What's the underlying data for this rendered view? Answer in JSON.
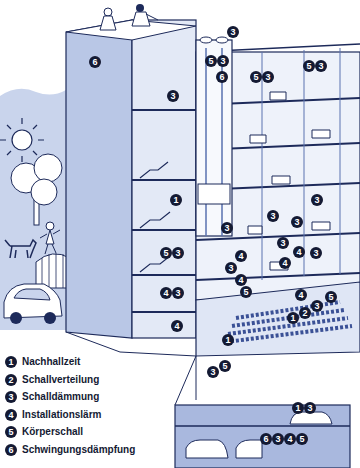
{
  "diagram": {
    "labels": [
      "1",
      "2",
      "3",
      "4",
      "5",
      "6",
      "6",
      "3",
      "5",
      "3",
      "6",
      "5",
      "3",
      "5",
      "3",
      "3",
      "1",
      "3",
      "3",
      "4",
      "3",
      "4",
      "5",
      "3",
      "3",
      "3",
      "4",
      "4",
      "3",
      "4",
      "5",
      "3",
      "4",
      "3",
      "4",
      "1",
      "3",
      "5",
      "1",
      "2",
      "3",
      "5",
      "1",
      "3",
      "6",
      "3",
      "4",
      "5"
    ],
    "legend": [
      {
        "text": "Nachhallzeit"
      },
      {
        "text": "Schallverteilung"
      },
      {
        "text": "Schalldämmung"
      },
      {
        "text": "Installationslärm"
      },
      {
        "text": "Körperschall"
      },
      {
        "text": "Schwingungsdämpfung"
      }
    ]
  }
}
